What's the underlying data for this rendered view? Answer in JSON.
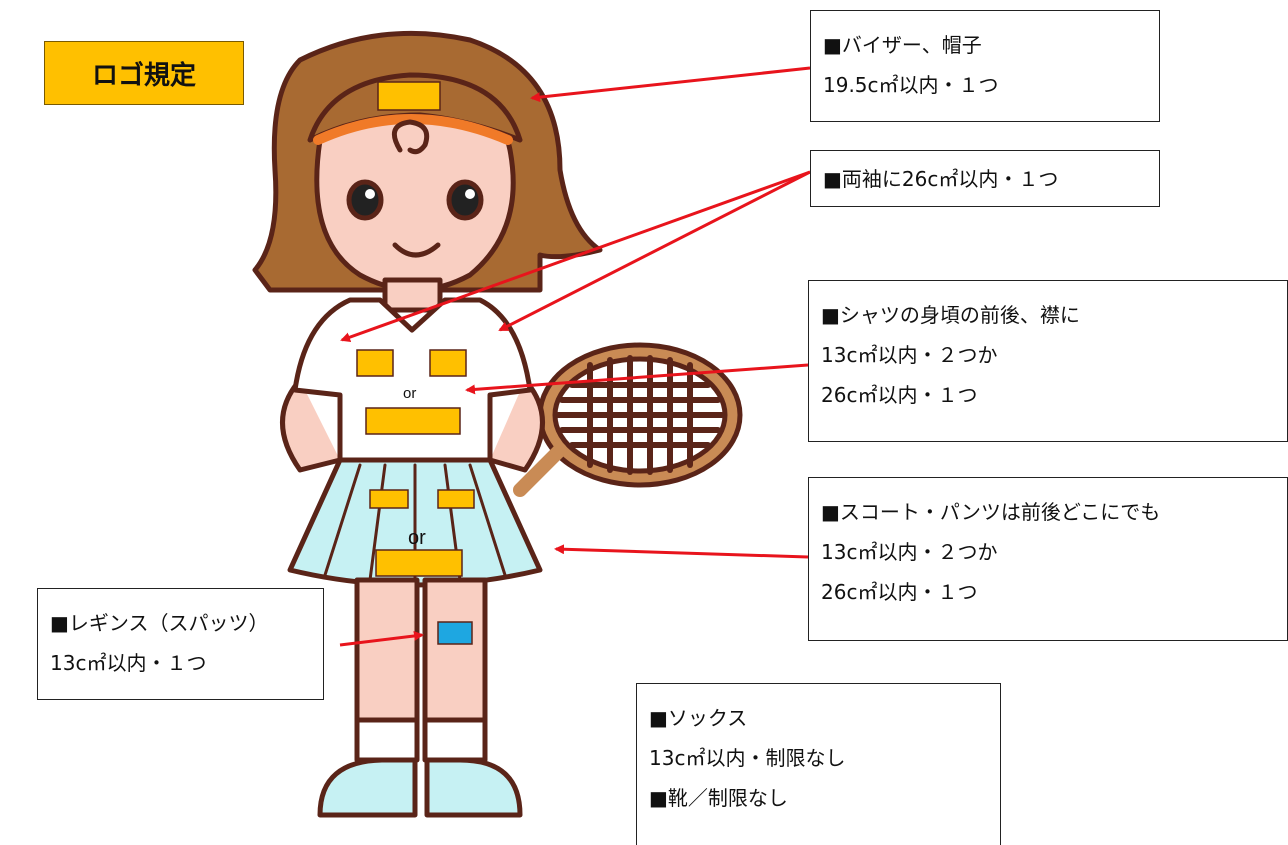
{
  "title": "ロゴ規定",
  "figure": {
    "shirt_or": "or",
    "skirt_or": "or"
  },
  "notes": {
    "visor": [
      "■バイザー、帽子",
      "19.5c㎡以内・１つ"
    ],
    "sleeves": [
      "■両袖に26c㎡以内・１つ"
    ],
    "shirt": [
      "■シャツの身頃の前後、襟に",
      "13c㎡以内・２つか",
      "26c㎡以内・１つ"
    ],
    "skirt": [
      "■スコート・パンツは前後どこにでも",
      "13c㎡以内・２つか",
      "26c㎡以内・１つ"
    ],
    "leggings": [
      "■レギンス（スパッツ）",
      "13c㎡以内・１つ"
    ],
    "socks": [
      "■ソックス",
      "13c㎡以内・制限なし",
      "■靴／制限なし"
    ]
  },
  "colors": {
    "logo_patch": "#ffc000",
    "leggings_patch": "#1ea7e1",
    "arrow": "#e8141c",
    "hair": "#a86a32",
    "skin": "#f9cfc2",
    "shirt": "#ffffff",
    "skirt": "#c6f1f3",
    "outline": "#5a2418"
  }
}
